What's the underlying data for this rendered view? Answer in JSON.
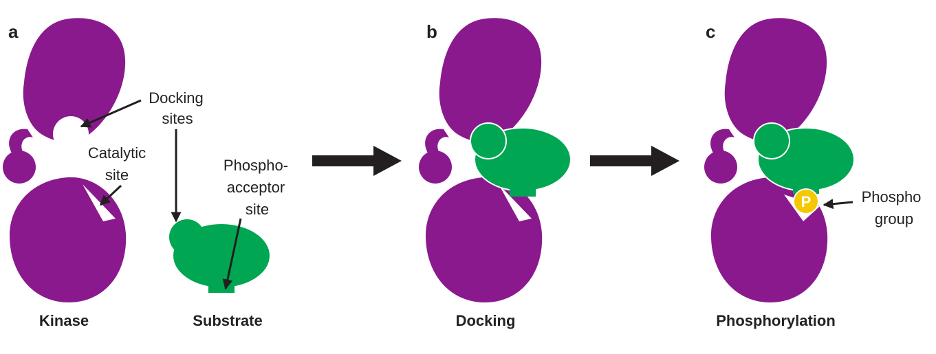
{
  "colors": {
    "kinase": "#8b198e",
    "substrate": "#00a651",
    "phospho": "#f5c800",
    "arrow": "#231f20",
    "text": "#222222",
    "background": "#ffffff"
  },
  "panels": {
    "a": {
      "letter": "a",
      "captions": {
        "kinase": "Kinase",
        "substrate": "Substrate"
      },
      "labels": {
        "docking_sites": [
          "Docking",
          "sites"
        ],
        "catalytic_site": [
          "Catalytic",
          "site"
        ],
        "phosphoacceptor_site": [
          "Phospho-",
          "acceptor",
          "site"
        ]
      }
    },
    "b": {
      "letter": "b",
      "caption": "Docking"
    },
    "c": {
      "letter": "c",
      "caption": "Phosphorylation",
      "labels": {
        "phospho_group": [
          "Phospho",
          "group"
        ]
      },
      "phospho_symbol": "P"
    }
  },
  "icons": [
    "process-arrow-icon",
    "pointer-arrow-icon"
  ]
}
